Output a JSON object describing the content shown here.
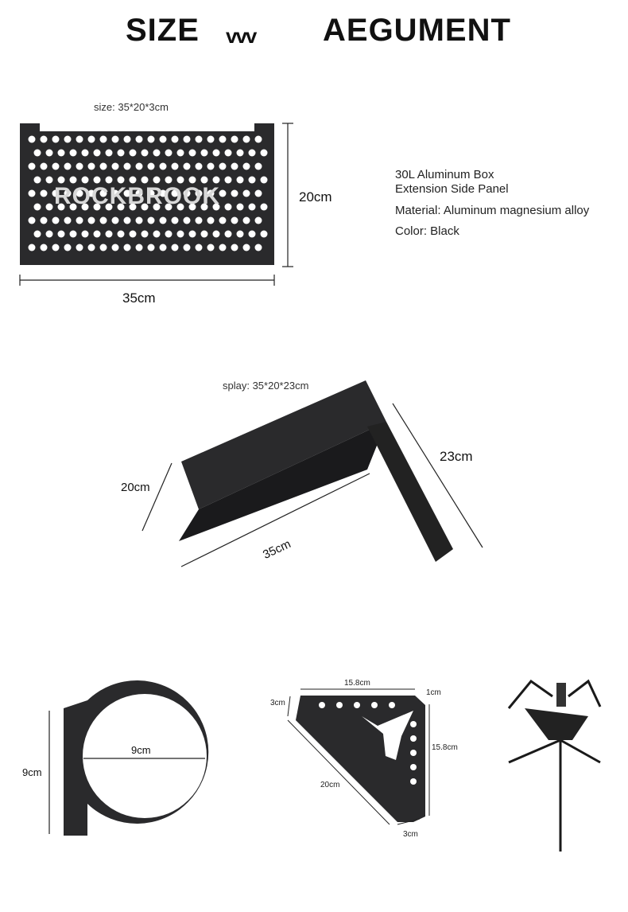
{
  "header": {
    "left": "SIZE",
    "arrows": "vvv",
    "right": "AEGUMENT"
  },
  "panel": {
    "size_label": "size: 35*20*3cm",
    "height": "20cm",
    "width": "35cm",
    "logo": "ROCKBROOK"
  },
  "specs": {
    "line1": "30L Aluminum Box",
    "line2": "Extension Side Panel",
    "material": "Material:  Aluminum magnesium alloy",
    "color": "Color:  Black"
  },
  "splay": {
    "label": "splay: 35*20*23cm",
    "depth": "20cm",
    "width": "35cm",
    "height": "23cm"
  },
  "ring": {
    "inner": "9cm",
    "height": "9cm"
  },
  "corner": {
    "top": "15.8cm",
    "corner": "1cm",
    "left": "3cm",
    "right": "15.8cm",
    "diagonal": "20cm",
    "bottom": "3cm"
  },
  "colors": {
    "metal": "#2a2a2c",
    "line": "#222222"
  }
}
